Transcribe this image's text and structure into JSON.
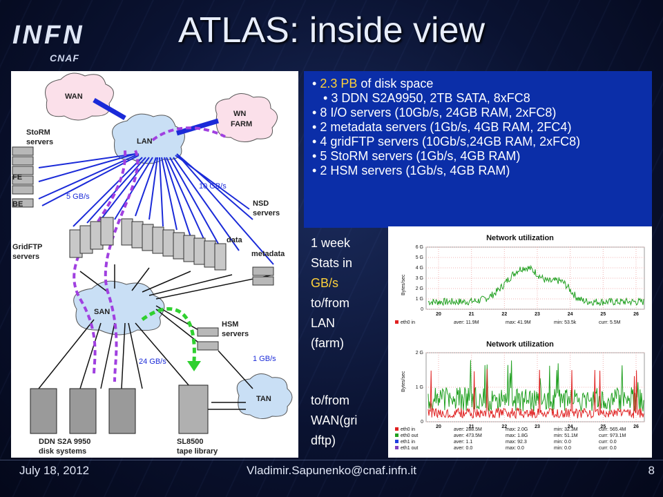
{
  "slide": {
    "title": "ATLAS: inside view",
    "logo": {
      "main": "INFN",
      "sub": "CNAF"
    },
    "bullets": [
      {
        "prefix": "• ",
        "highlight": "2.3 PB",
        "text": " of disk space",
        "sub": false
      },
      {
        "prefix": "• ",
        "highlight": "",
        "text": "3 DDN S2A9950, 2TB SATA, 8xFC8",
        "sub": true
      },
      {
        "prefix": "• ",
        "highlight": "",
        "text": "8 I/O servers (10Gb/s, 24GB RAM, 2xFC8)",
        "sub": false
      },
      {
        "prefix": "• ",
        "highlight": "",
        "text": "2 metadata servers (1Gb/s, 4GB RAM, 2FC4)",
        "sub": false
      },
      {
        "prefix": "• ",
        "highlight": "",
        "text": "4 gridFTP servers (10Gb/s,24GB RAM, 2xFC8)",
        "sub": false
      },
      {
        "prefix": "• ",
        "highlight": "",
        "text": "5 StoRM servers (1Gb/s, 4GB RAM)",
        "sub": false
      },
      {
        "prefix": "• ",
        "highlight": "",
        "text": "2 HSM servers (1Gb/s, 4GB RAM)",
        "sub": false
      }
    ],
    "side_text": {
      "line1": "1 week",
      "line2": "Stats in",
      "line3": "GB/s",
      "line4": "to/from",
      "line5": "LAN",
      "line6": "(farm)",
      "line7": "to/from",
      "line8": "WAN(gri",
      "line9": "dftp)"
    },
    "footer": {
      "date": "July 18, 2012",
      "email": "Vladimir.Sapunenko@cnaf.infn.it",
      "page": "8"
    }
  },
  "diagram": {
    "labels": {
      "wan": "WAN",
      "lan": "LAN",
      "wn_farm_1": "WN",
      "wn_farm_2": "FARM",
      "storm_1": "StoRM",
      "storm_2": "servers",
      "fe": "FE",
      "be": "BE",
      "gb5": "5 GB/s",
      "gb10": "10 GB/s",
      "nsd_1": "NSD",
      "nsd_2": "servers",
      "gridftp_1": "GridFTP",
      "gridftp_2": "servers",
      "data": "data",
      "metadata": "metadata",
      "san": "SAN",
      "hsm_1": "HSM",
      "hsm_2": "servers",
      "gb24": "24 GB/s",
      "gb1": "1 GB/s",
      "tan": "TAN",
      "ddn_1": "DDN S2A 9950",
      "ddn_2": "disk systems",
      "sl_1": "SL8500",
      "sl_2": "tape library"
    },
    "colors": {
      "link": "#1a2ad8",
      "flow_purple": "#a040e0",
      "flow_green": "#30d030",
      "cloud_pink": "#f8c8d8",
      "cloud_blue": "#c8e0f8"
    }
  },
  "network": {
    "chart1": {
      "title": "Network utilization",
      "ylabel": "Bytes/sec",
      "y_ticks": [
        "6 G",
        "5 G",
        "4 G",
        "3 G",
        "2 G",
        "1 G",
        "0"
      ],
      "x_ticks": [
        "20",
        "21",
        "22",
        "23",
        "24",
        "25",
        "26"
      ],
      "legend": [
        {
          "name": "eth0 in",
          "aver": "aver:  11.9M",
          "max": "max:  41.9M",
          "min": "min:  53.5k",
          "curr": "curr:   5.5M",
          "color": "#e02020"
        }
      ]
    },
    "chart2": {
      "title": "Network utilization",
      "ylabel": "Bytes/sec",
      "y_ticks": [
        "2 G",
        "1 G",
        "0"
      ],
      "x_ticks": [
        "20",
        "21",
        "22",
        "23",
        "24",
        "25",
        "26"
      ],
      "legend": [
        {
          "name": "eth0 in",
          "aver": "aver: 288.5M",
          "max": "max:   2.0G",
          "min": "min:  32.3M",
          "curr": "curr: 565.4M",
          "color": "#e02020"
        },
        {
          "name": "eth0 out",
          "aver": "aver: 473.5M",
          "max": "max:   1.8G",
          "min": "min:  51.1M",
          "curr": "curr: 973.1M",
          "color": "#20a020"
        },
        {
          "name": "eth1 in",
          "aver": "aver:   1.1",
          "max": "max:  92.3",
          "min": "min:   0.0",
          "curr": "curr:   0.0",
          "color": "#2040e0"
        },
        {
          "name": "eth1 out",
          "aver": "aver:   0.0",
          "max": "max:   0.0",
          "min": "min:   0.0",
          "curr": "curr:   0.0",
          "color": "#8040c0"
        }
      ]
    }
  }
}
